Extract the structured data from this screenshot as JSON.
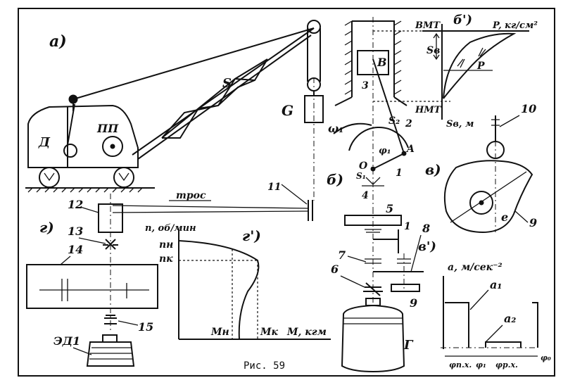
{
  "figure": {
    "caption": "Рис. 59",
    "colors": {
      "ink": "#111111",
      "paper": "#ffffff"
    }
  },
  "panel_a": {
    "tag": "а)",
    "labels": {
      "driver": "Д",
      "hoist": "ПП",
      "s": "S",
      "load": "G",
      "cable": "трос",
      "eleven": "11"
    }
  },
  "panel_b": {
    "tag": "б)",
    "labels": {
      "B": "В",
      "three": "3",
      "s2": "S₂",
      "two": "2",
      "omega": "ω₁",
      "phi": "φ₁",
      "A": "A",
      "O": "O",
      "s1": "S₁",
      "one": "1",
      "four": "4"
    }
  },
  "panel_b1": {
    "tag": "б')",
    "labels": {
      "vmt": "ВМТ",
      "nmt": "НМТ",
      "sv": "Sв",
      "p_axis": "P, кг/см²",
      "p": "P",
      "s_axis": "Sв, м"
    }
  },
  "panel_v": {
    "tag": "в)",
    "labels": {
      "ten": "10",
      "e": "e",
      "nine": "9"
    }
  },
  "panel_v1": {
    "tag": "в')",
    "labels": {
      "five": "5",
      "one": "1",
      "eight": "8",
      "seven": "7",
      "six": "6",
      "nine": "9",
      "G": "Г"
    }
  },
  "panel_g": {
    "tag": "г)",
    "labels": {
      "twelve": "12",
      "thirteen": "13",
      "fourteen": "14",
      "fifteen": "15",
      "motor": "ЭД1"
    }
  },
  "panel_g1": {
    "tag": "г')",
    "labels": {
      "n_axis": "n, об/мин",
      "nn": "nн",
      "nk": "nк",
      "mn": "Mн",
      "mk": "Mк",
      "m_axis": "M, кгм"
    }
  },
  "panel_accel": {
    "labels": {
      "axis": "a, м/сек⁻²",
      "a1": "a₁",
      "a2": "a₂",
      "phi_bottom": "φ₀",
      "phi1": "φп.х.",
      "phi2": "φ₁",
      "phi3": "φр.х."
    }
  }
}
